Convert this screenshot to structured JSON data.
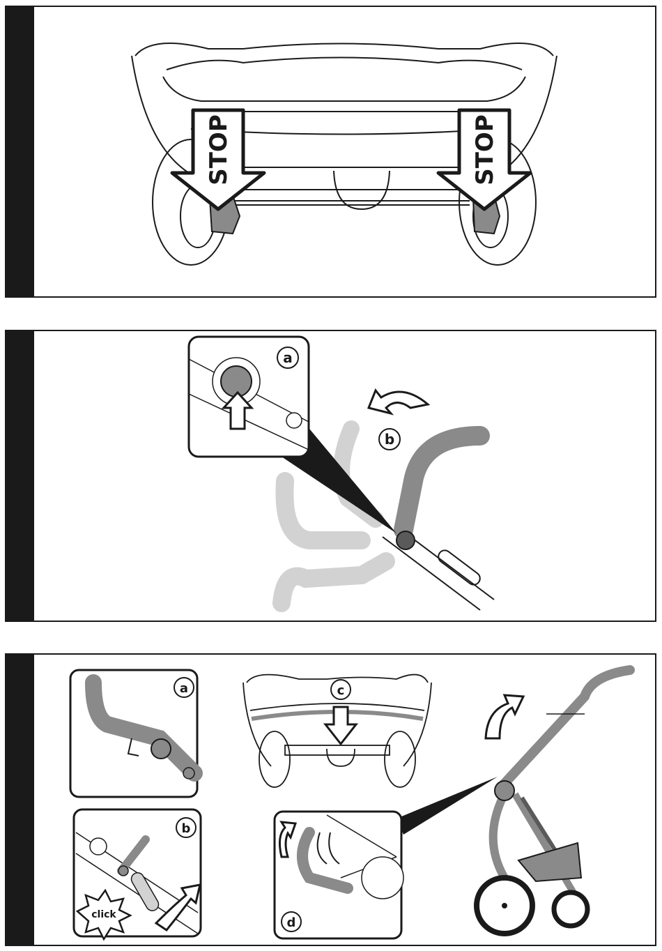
{
  "panel1": {
    "stop_left": "STOP",
    "stop_right": "STOP"
  },
  "panel2": {
    "label_a": "a",
    "label_b": "b"
  },
  "panel3": {
    "label_a": "a",
    "label_b": "b",
    "label_c": "c",
    "label_d": "d",
    "click_text": "click"
  },
  "colors": {
    "ink": "#1a1a1a",
    "part_gray": "#8a8a8a",
    "ghost_gray": "#d2d2d2",
    "dark_gray": "#5a5a5a"
  }
}
